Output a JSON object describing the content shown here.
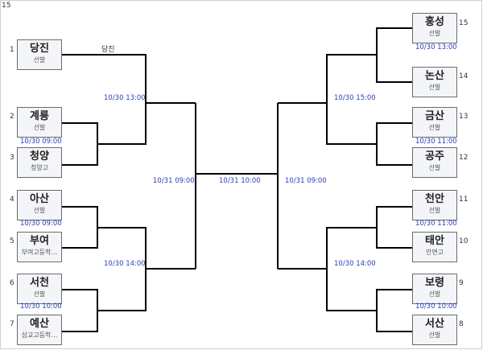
{
  "page_number": "15",
  "left_teams": [
    {
      "seed": "1",
      "name": "당진",
      "sub": "선발",
      "time": ""
    },
    {
      "seed": "2",
      "name": "계룡",
      "sub": "선발",
      "time": "10/30 09:00"
    },
    {
      "seed": "3",
      "name": "청양",
      "sub": "청양고",
      "time": ""
    },
    {
      "seed": "4",
      "name": "아산",
      "sub": "선발",
      "time": "10/30 09:00"
    },
    {
      "seed": "5",
      "name": "부여",
      "sub": "부여고등학…",
      "time": ""
    },
    {
      "seed": "6",
      "name": "서천",
      "sub": "선발",
      "time": "10/30 10:00"
    },
    {
      "seed": "7",
      "name": "예산",
      "sub": "삽교고등학…",
      "time": ""
    }
  ],
  "right_teams": [
    {
      "seed": "15",
      "name": "홍성",
      "sub": "선발",
      "time": "10/30 13:00"
    },
    {
      "seed": "14",
      "name": "논산",
      "sub": "선발",
      "time": ""
    },
    {
      "seed": "13",
      "name": "금산",
      "sub": "선발",
      "time": "10/30 11:00"
    },
    {
      "seed": "12",
      "name": "공주",
      "sub": "선발",
      "time": ""
    },
    {
      "seed": "11",
      "name": "천안",
      "sub": "선발",
      "time": "10/30 11:00"
    },
    {
      "seed": "10",
      "name": "태안",
      "sub": "안면고",
      "time": ""
    },
    {
      "seed": "9",
      "name": "보령",
      "sub": "선발",
      "time": "10/30 10:00"
    },
    {
      "seed": "8",
      "name": "서산",
      "sub": "선발",
      "time": ""
    }
  ],
  "bye_winner_label": "당진",
  "match_times": {
    "left_top_r2": "10/30 13:00",
    "left_bottom_r2": "10/30 14:00",
    "left_semi": "10/31 09:00",
    "final": "10/31 10:00",
    "right_semi": "10/31 09:00",
    "right_top_r2": "10/30 15:00",
    "right_bottom_r2": "10/30 14:00"
  },
  "colors": {
    "line": "#000000",
    "time_text": "#2a3fb8",
    "box_bg": "#f3f5f8",
    "box_border": "#6b6b6b"
  }
}
